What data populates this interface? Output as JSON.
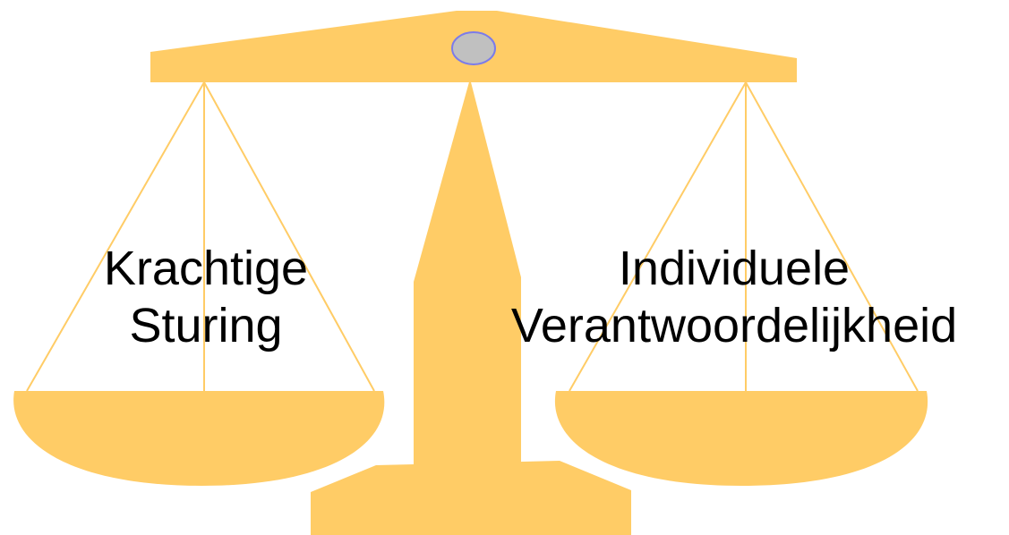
{
  "colors": {
    "gold": "#FFCC66",
    "pivot_fill": "#C0C0C0",
    "pivot_stroke": "#7B7BEA",
    "text": "#000000"
  },
  "left_pan": {
    "line1": "Krachtige",
    "line2": "Sturing"
  },
  "right_pan": {
    "line1": "Individuele",
    "line2": "Verantwoordelijkheid"
  }
}
